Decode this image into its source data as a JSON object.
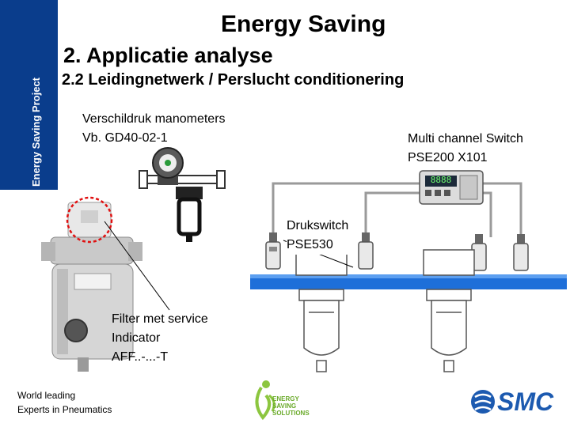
{
  "sidebar": {
    "label": "Energy Saving Project",
    "color": "#0a3d8c"
  },
  "header": {
    "title": "Energy Saving",
    "section": "2.  Applicatie analyse",
    "subsection": "2.2  Leidingnetwerk / Perslucht conditionering"
  },
  "labels": {
    "gauge_line1": "Verschildruk manometers",
    "gauge_line2": "Vb. GD40-02-1",
    "switch_line1": "Multi channel Switch",
    "switch_line2": "PSE200  X101",
    "pressure_line1": "Drukswitch",
    "pressure_line2": "PSE530",
    "filter_line1": "Filter met service",
    "filter_line2": "Indicator",
    "filter_line3": "AFF..-...-T",
    "switch_display": "8888"
  },
  "footer": {
    "line1": "World leading",
    "line2": "Experts in Pneumatics",
    "energy_logo_lines": [
      "ENERGY",
      "SAVING",
      "SOLUTIONS"
    ],
    "brand": "SMC"
  },
  "colors": {
    "pipe": "#1e6fd9",
    "brand_blue": "#1c5ab0",
    "energy_green": "#8cc63f"
  }
}
